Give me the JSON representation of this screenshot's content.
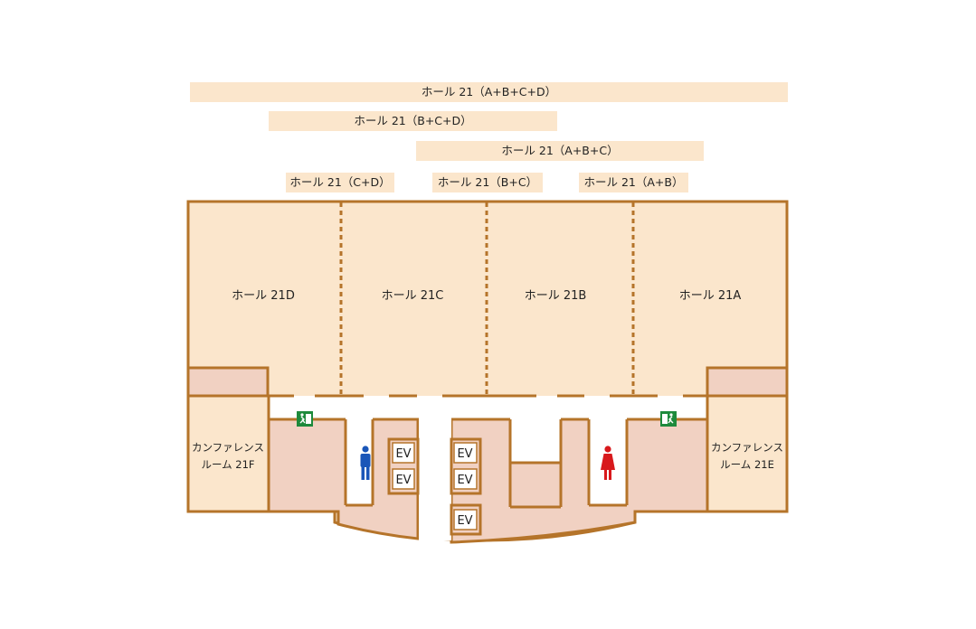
{
  "combos": {
    "abcd": "ホール 21（A+B+C+D）",
    "bcd": "ホール 21（B+C+D）",
    "abc": "ホール 21（A+B+C）",
    "cd": "ホール 21（C+D）",
    "bc": "ホール 21（B+C）",
    "ab": "ホール 21（A+B）"
  },
  "rooms": {
    "hall_d": "ホール 21D",
    "hall_c": "ホール 21C",
    "hall_b": "ホール 21B",
    "hall_a": "ホール 21A",
    "conf_f_line1": "カンファレンス",
    "conf_f_line2": "ルーム 21F",
    "conf_e_line1": "カンファレンス",
    "conf_e_line2": "ルーム 21E"
  },
  "elevator_label": "EV",
  "icons": {
    "emergency_exit": "emergency-exit-icon",
    "mens_restroom": "mens-restroom-icon",
    "womens_restroom": "womens-restroom-icon"
  },
  "colors": {
    "wall": "#b5742a",
    "hall_fill": "#fbe6cc",
    "service_fill": "#f1d1c2",
    "mens": "#1a56b8",
    "womens": "#d8191c",
    "exit_green": "#1e8a3c"
  }
}
